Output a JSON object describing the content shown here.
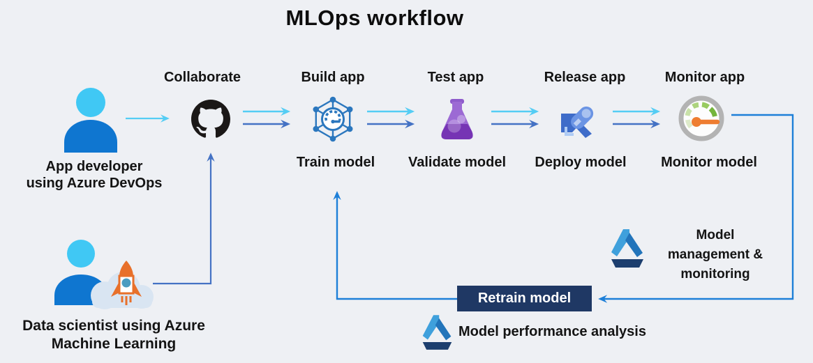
{
  "title": "MLOps workflow",
  "actors": {
    "app_developer": {
      "line1": "App developer",
      "line2": "using Azure DevOps",
      "icon": "person-icon"
    },
    "data_scientist": {
      "line1": "Data scientist using Azure",
      "line2": "Machine Learning",
      "icon": "person-cloud-rocket-icon"
    }
  },
  "pipeline": {
    "top_labels": [
      "Collaborate",
      "Build app",
      "Test app",
      "Release app",
      "Monitor app"
    ],
    "bottom_labels": [
      "Train model",
      "Validate model",
      "Deploy model",
      "Monitor model"
    ],
    "icons": [
      "github-icon",
      "build-network-gauge-icon",
      "test-flask-icon",
      "release-rocket-icon",
      "monitor-gauge-icon"
    ]
  },
  "loop": {
    "retrain_label": "Retrain model",
    "management": {
      "line1": "Model",
      "line2": "management &",
      "line3": "monitoring",
      "icon": "azure-ml-flask-icon"
    },
    "performance": {
      "label": "Model performance analysis",
      "icon": "azure-ml-flask-icon"
    }
  },
  "colors": {
    "background": "#EEF0F4",
    "arrow_cyan": "#55CDF4",
    "arrow_blue": "#4472C4",
    "loop_blue": "#1D7FD8",
    "banner_navy": "#1F3864",
    "person_head_cyan": "#40C8F4",
    "person_body_blue": "#0F76D0",
    "github_black": "#1B1817",
    "build_blue": "#2B77BE",
    "flask_purple_light": "#9C6AD4",
    "flask_purple_dark": "#7634B4",
    "release_rocket_blue": "#6B94E4",
    "gauge_ring_gray": "#B3B3B3",
    "gauge_green_dark": "#74B53C",
    "needle_orange": "#EE7D31",
    "azure_ml_light_blue": "#3FA0DC",
    "azure_ml_mid_blue": "#2274BA",
    "azure_ml_navy": "#1C3E6E",
    "cloud_blue": "#D9E5F2",
    "rocket_orange": "#E8702A"
  }
}
